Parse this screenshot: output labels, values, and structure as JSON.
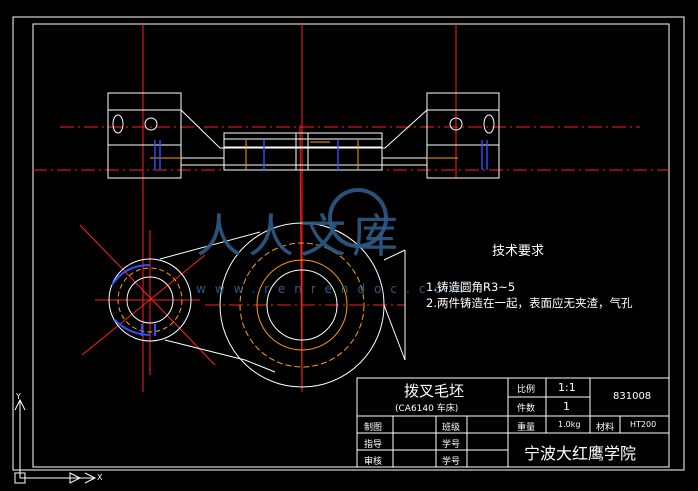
{
  "colors": {
    "background": "#000000",
    "lines": "#ffffff",
    "centerline": "#ff2020",
    "hidden": "#3050ff",
    "accent_orange": "#ffa000",
    "watermark": "#2f5a86"
  },
  "watermark": {
    "main": "人人文库",
    "url": "www.renrendoc.com"
  },
  "tech": {
    "title": "技术要求",
    "item1": "1.铸造圆角R3~5",
    "item2": "2.两件铸造在一起，表面应无夹渣，气孔"
  },
  "title_block": {
    "part_name": "拨叉毛坯",
    "subtitle": "(CA6140 车床)",
    "scale_label": "比例",
    "scale_value": "1:1",
    "count_label": "件数",
    "count_value": "1",
    "weight_label": "重量",
    "weight_value": "1.0kg",
    "material_label": "材料",
    "material_value": "HT200",
    "drawing_no": "831008",
    "drawn_label": "制图",
    "checked_label": "指导",
    "review_label": "审核",
    "class_label": "班级",
    "id_label": "学号",
    "id_label2": "学号",
    "school": "宁波大红鹰学院"
  },
  "ucs": {
    "y_label": "Y",
    "x_label": "X"
  },
  "icons": {
    "watermark_logo": "circle-logo-icon",
    "ucs": "ucs-axis-icon"
  }
}
